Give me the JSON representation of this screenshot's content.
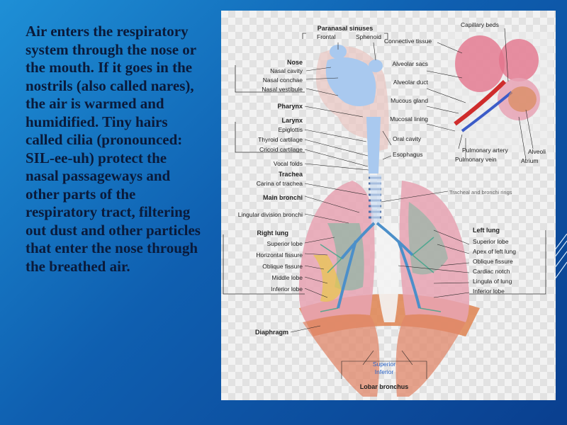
{
  "slide": {
    "paragraph": "Air enters the respiratory system through the nose or the mouth. If it goes in the nostrils (also called nares), the air is warmed and humidified. Tiny hairs called cilia (pronounced: SIL-ee-uh) protect the nasal passageways and other parts of the respiratory tract, filtering out dust and other particles that enter the nose through the breathed air."
  },
  "diagram": {
    "paranasal": "Paranasal sinuses",
    "frontal": "Frontal",
    "sphenoid": "Sphenoid",
    "nose": "Nose",
    "nasal_cavity": "Nasal cavity",
    "nasal_conchae": "Nasal conchae",
    "nasal_vestibule": "Nasal vestibule",
    "pharynx": "Pharynx",
    "larynx": "Larynx",
    "epiglottis": "Epiglottis",
    "thyroid_cartilage": "Thyroid cartilage",
    "cricoid_cartilage": "Cricoid cartilage",
    "vocal_folds": "Vocal folds",
    "trachea": "Trachea",
    "carina": "Carina of trachea",
    "main_bronchi": "Main bronchi",
    "lingular_bronchi": "Lingular division bronchi",
    "right_lung": "Right lung",
    "r_superior": "Superior lobe",
    "horizontal_fissure": "Horizontal fissure",
    "r_oblique": "Oblique fissure",
    "middle_lobe": "Middle lobe",
    "r_inferior": "Inferior lobe",
    "diaphragm": "Diaphragm",
    "oral_cavity": "Oral cavity",
    "esophagus": "Esophagus",
    "tracheal_rings": "Tracheal and bronchi rings",
    "capillary_beds": "Capillary beds",
    "connective_tissue": "Connective tissue",
    "alveolar_sacs": "Alveolar sacs",
    "alveolar_duct": "Alveolar duct",
    "mucous_gland": "Mucous gland",
    "mucosal_lining": "Mucosal lining",
    "pulmonary_artery": "Pulmonary artery",
    "pulmonary_vein": "Pulmonary vein",
    "alveoli": "Alveoli",
    "atrium": "Atrium",
    "left_lung": "Left lung",
    "l_superior": "Superior lobe",
    "apex": "Apex of left lung",
    "l_oblique": "Oblique fissure",
    "cardiac_notch": "Cardiac notch",
    "lingula": "Lingula of lung",
    "l_inferior": "Inferior lobe",
    "superior": "Superior",
    "inferior": "Inferior",
    "lobar_bronchus": "Lobar bronchus"
  }
}
